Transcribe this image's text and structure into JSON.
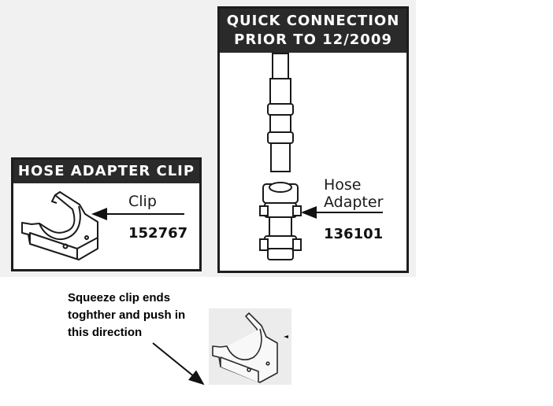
{
  "clip_panel": {
    "title": "HOSE ADAPTER CLIP",
    "label": "Clip",
    "part_number": "152767"
  },
  "quick_connection_panel": {
    "title_line1": "QUICK CONNECTION",
    "title_line2": "PRIOR TO 12/2009",
    "label_line1": "Hose",
    "label_line2": "Adapter",
    "part_number": "136101"
  },
  "instruction": {
    "line1": "Squeeze clip ends",
    "line2": "toghther and push in",
    "line3": "this direction"
  },
  "colors": {
    "header_bg": "#2a2a2a",
    "header_text": "#ffffff",
    "line": "#1a1a1a"
  }
}
